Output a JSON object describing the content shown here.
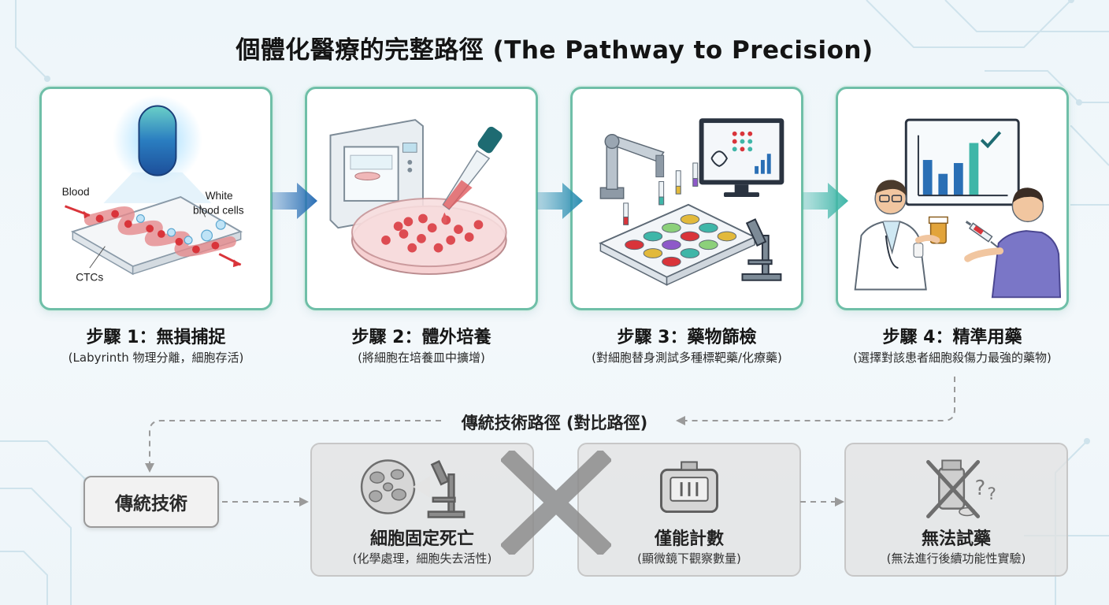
{
  "title": "個體化醫療的完整路徑 (The Pathway to Precision)",
  "steps": [
    {
      "title": "步驟 1：無損捕捉",
      "desc": "(Labyrinth 物理分離，細胞存活)",
      "labels": {
        "blood": "Blood",
        "white1": "White",
        "white2": "blood cells",
        "ctcs": "CTCs"
      }
    },
    {
      "title": "步驟 2：體外培養",
      "desc": "(將細胞在培養皿中擴增)"
    },
    {
      "title": "步驟 3：藥物篩檢",
      "desc": "(對細胞替身測試多種標靶藥/化療藥)"
    },
    {
      "title": "步驟 4：精準用藥",
      "desc": "(選擇對該患者細胞殺傷力最強的藥物)"
    }
  ],
  "traditional": {
    "heading": "傳統技術路徑 (對比路徑)",
    "start_label": "傳統技術",
    "boxes": [
      {
        "title": "細胞固定死亡",
        "desc": "(化學處理，細胞失去活性)",
        "icon": "microscope-cells-icon"
      },
      {
        "title": "僅能計數",
        "desc": "(顯微鏡下觀察數量)",
        "icon": "counter-icon"
      },
      {
        "title": "無法試藥",
        "desc": "(無法進行後續功能性實驗)",
        "icon": "no-drug-icon"
      }
    ]
  },
  "colors": {
    "card_border": "#6fbfa8",
    "arrow_start": "#2a6fb5",
    "arrow_end": "#3fb6a8",
    "blood_red": "#d9343a",
    "trad_gray": "#9a9a9a"
  }
}
